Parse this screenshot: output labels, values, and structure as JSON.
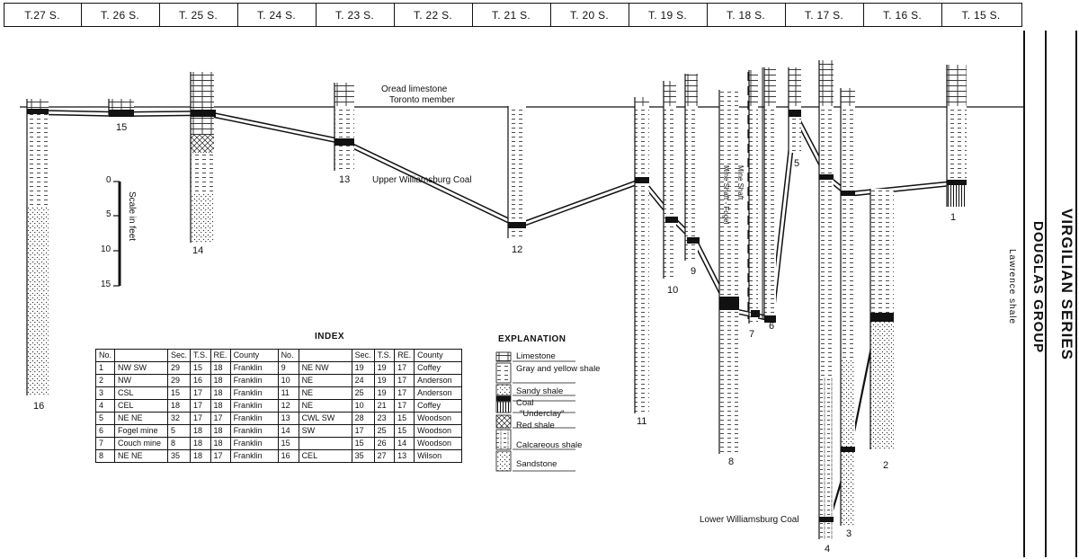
{
  "townships": [
    "T.27 S.",
    "T. 26 S.",
    "T. 25 S.",
    "T. 24 S.",
    "T. 23 S.",
    "T. 22 S.",
    "T. 21 S.",
    "T. 20 S.",
    "T. 19 S.",
    "T. 18 S.",
    "T. 17 S.",
    "T. 16 S.",
    "T. 15 S."
  ],
  "side_labels": {
    "series": "VIRGILIAN SERIES",
    "group": "DOUGLAS GROUP",
    "shale": "Lawrence shale"
  },
  "labels": {
    "oread": "Oread limestone",
    "toronto": "Toronto member",
    "upper_coal": "Upper Williamsburg Coal",
    "lower_coal": "Lower Williamsburg Coal",
    "mine_shaft_1": "Mine Shaft - Fogel",
    "mine_shaft_2": "Mine Shaft"
  },
  "scale": {
    "title": "Scale in feet",
    "ticks": [
      "0",
      "5",
      "10",
      "15"
    ]
  },
  "well_numbers": [
    "1",
    "2",
    "3",
    "4",
    "5",
    "6",
    "7",
    "8",
    "9",
    "10",
    "11",
    "12",
    "13",
    "14",
    "15",
    "16"
  ],
  "index": {
    "title": "INDEX",
    "headers": [
      "No.",
      "",
      "Sec.",
      "T.S.",
      "RE.",
      "County",
      "No.",
      "",
      "Sec.",
      "T.S.",
      "RE.",
      "County"
    ],
    "rows": [
      [
        "1",
        "NW SW",
        "29",
        "15",
        "18",
        "Franklin",
        "9",
        "NE NW",
        "19",
        "19",
        "17",
        "Coffey"
      ],
      [
        "2",
        "NW",
        "29",
        "16",
        "18",
        "Franklin",
        "10",
        "NE",
        "24",
        "19",
        "17",
        "Anderson"
      ],
      [
        "3",
        "CSL",
        "15",
        "17",
        "18",
        "Franklin",
        "11",
        "NE",
        "25",
        "19",
        "17",
        "Anderson"
      ],
      [
        "4",
        "CEL",
        "18",
        "17",
        "18",
        "Franklin",
        "12",
        "NE",
        "10",
        "21",
        "17",
        "Coffey"
      ],
      [
        "5",
        "NE NE",
        "32",
        "17",
        "17",
        "Franklin",
        "13",
        "CWL SW",
        "28",
        "23",
        "15",
        "Woodson"
      ],
      [
        "6",
        "Fogel mine",
        "5",
        "18",
        "18",
        "Franklin",
        "14",
        "SW",
        "17",
        "25",
        "15",
        "Woodson"
      ],
      [
        "7",
        "Couch mine",
        "8",
        "18",
        "18",
        "Franklin",
        "15",
        "",
        "15",
        "26",
        "14",
        "Woodson"
      ],
      [
        "8",
        "NE NE",
        "35",
        "18",
        "17",
        "Franklin",
        "16",
        "CEL",
        "35",
        "27",
        "13",
        "Wilson"
      ]
    ]
  },
  "explanation": {
    "title": "EXPLANATION",
    "items": [
      "Limestone",
      "Gray and yellow shale",
      "Sandy shale",
      "Coal",
      "\"Underclay\"",
      "Red shale",
      "Calcareous shale",
      "Sandstone"
    ]
  }
}
